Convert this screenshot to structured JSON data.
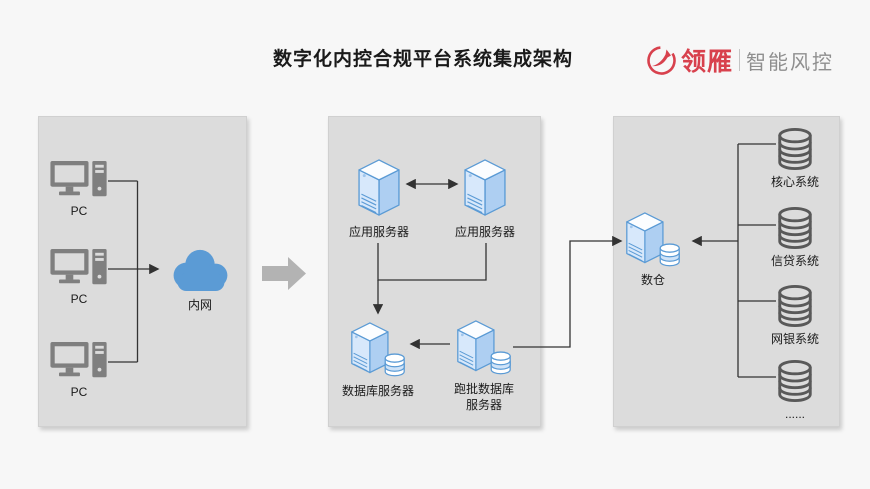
{
  "title": "数字化内控合规平台系统集成架构",
  "logo": {
    "brand": "领雁",
    "tagline": "智能风控",
    "brand_color": "#d8414d",
    "tagline_color": "#8f8f8f"
  },
  "colors": {
    "background": "#f7f7f7",
    "panel_gray": "#dcdcdc",
    "cloud_blue": "#5b9bd5",
    "server_outline_blue": "#5b9bd5",
    "server_face_light": "#d7e8fb",
    "server_face_dark": "#aecff2",
    "pc_gray": "#7f7f7f",
    "database_gray": "#595959",
    "block_arrow_gray": "#b3b3b3",
    "connector_black": "#333333"
  },
  "left_panel": {
    "pcs": [
      {
        "label": "PC"
      },
      {
        "label": "PC"
      },
      {
        "label": "PC"
      }
    ],
    "cloud": {
      "label": "内网"
    }
  },
  "middle_panel": {
    "app_servers": [
      {
        "label": "应用服务器"
      },
      {
        "label": "应用服务器"
      }
    ],
    "db_server": {
      "label": "数据库服务器"
    },
    "batch_db_server": {
      "label_line1": "跑批数据库",
      "label_line2": "服务器"
    }
  },
  "right_panel": {
    "warehouse": {
      "label": "数仓"
    },
    "databases": [
      {
        "label": "核心系统"
      },
      {
        "label": "信贷系统"
      },
      {
        "label": "网银系统"
      },
      {
        "label": "......"
      }
    ]
  }
}
